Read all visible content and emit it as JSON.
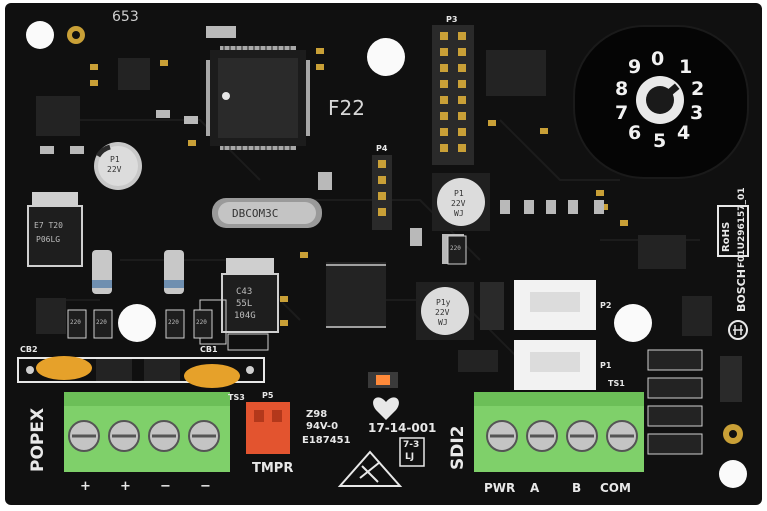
{
  "board": {
    "colors": {
      "pcb": "#101010",
      "terminal_green": "#7fd06a",
      "cap_yellow": "#e6a12a",
      "jumper_red": "#e3542f",
      "silkscreen": "#e8e8e8"
    },
    "silkscreen": {
      "popex": "POPEX",
      "sdi2": "SDI2",
      "tmpr": "TMPR",
      "p5": "P5",
      "p1": "P1",
      "p2": "P2",
      "p3": "P3",
      "p4": "P4",
      "ts1": "TS1",
      "ts3": "TS3",
      "cb1": "CB1",
      "cb2": "CB2",
      "plus_1": "+",
      "plus_2": "+",
      "minus_1": "−",
      "minus_2": "−",
      "pwr": "PWR",
      "a": "A",
      "b": "B",
      "com": "COM",
      "rohs": "RoHS",
      "part_no": "F01U296157_01",
      "brand": "BOSCH",
      "handwritten_1": "653",
      "handwritten_2": "F22",
      "date_code": "17-14-001",
      "cert_z": "Z98",
      "cert_94v": "94V-0",
      "cert_e": "E187451",
      "cert_box_1": "7-3",
      "cert_box_2": "LJ"
    },
    "component_markings": {
      "crystal": "DBCOM3C",
      "cap_1_a": "P1",
      "cap_1_b": "22V",
      "cap_2_a": "P1",
      "cap_2_b": "22V",
      "cap_2_c": "WJ",
      "cap_3_a": "P1y",
      "cap_3_b": "22V",
      "cap_3_c": "WJ",
      "reg_1_a": "C43",
      "reg_1_b": "55L",
      "reg_1_c": "104G",
      "reg_2_a": "E7 T20",
      "reg_2_b": "P06LG",
      "res_1": "220",
      "res_2": "220",
      "res_3": "220",
      "res_4": "220",
      "res_5": "220"
    },
    "rotary_switch": {
      "digits": [
        "0",
        "1",
        "2",
        "3",
        "4",
        "5",
        "6",
        "7",
        "8",
        "9"
      ]
    }
  }
}
